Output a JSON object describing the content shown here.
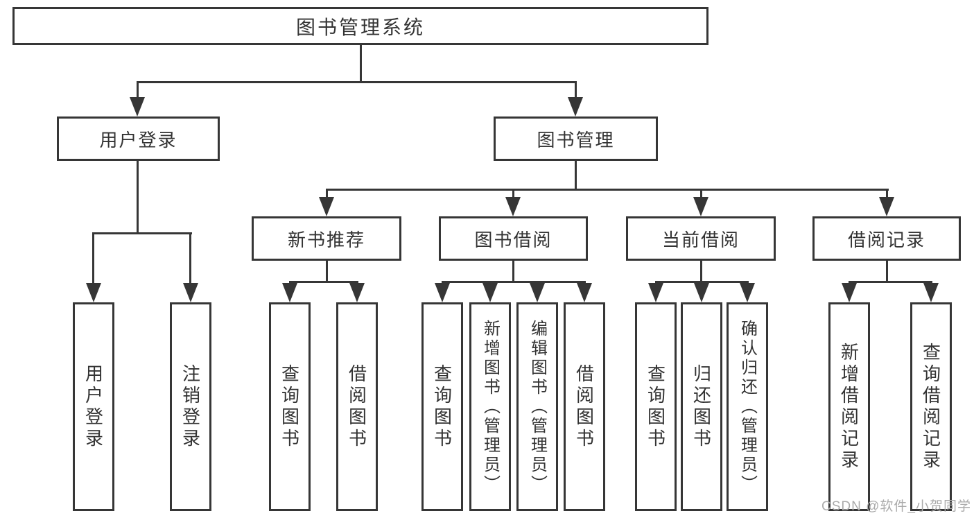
{
  "diagram": {
    "root": "图书管理系统",
    "branches": [
      {
        "label": "用户登录",
        "leaves": [
          "用户登录",
          "注销登录"
        ]
      },
      {
        "label": "图书管理",
        "groups": [
          {
            "label": "新书推荐",
            "leaves": [
              "查询图书",
              "借阅图书"
            ]
          },
          {
            "label": "图书借阅",
            "leaves": [
              "查询图书",
              "新增图书（管理员）",
              "编辑图书（管理员）",
              "借阅图书"
            ]
          },
          {
            "label": "当前借阅",
            "leaves": [
              "查询图书",
              "归还图书",
              "确认归还（管理员）"
            ]
          },
          {
            "label": "借阅记录",
            "leaves": [
              "新增借阅记录",
              "查询借阅记录"
            ]
          }
        ]
      }
    ]
  },
  "watermark": {
    "text": "CSDN @软件_小贺同学"
  },
  "colors": {
    "line": "#363636",
    "text": "#333333",
    "watermark": "#ababab",
    "background": "#ffffff"
  }
}
